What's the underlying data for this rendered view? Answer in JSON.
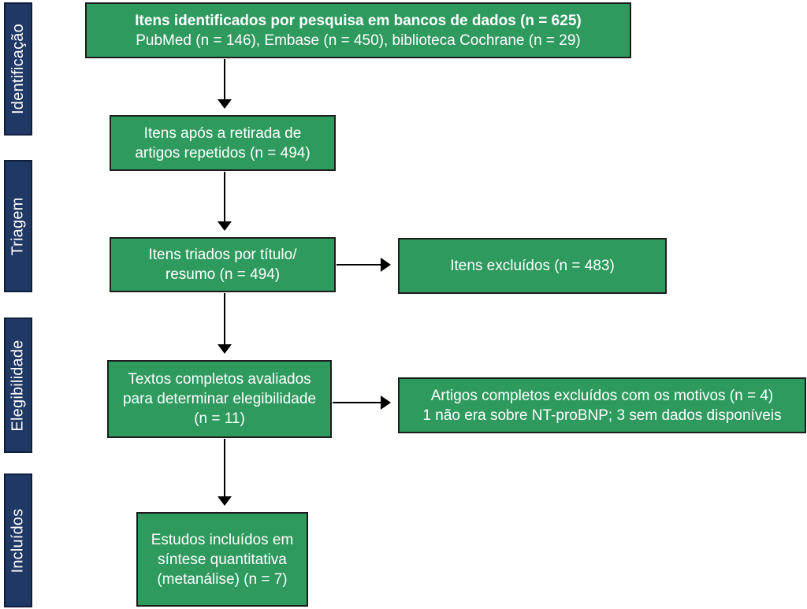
{
  "phases": {
    "identification": "Identificação",
    "screening": "Triagem",
    "eligibility": "Elegibilidade",
    "included": "Incluídos"
  },
  "boxes": {
    "identified": {
      "line1": "Itens identificados por pesquisa em bancos de dados (n = 625)",
      "line2": "PubMed (n = 146), Embase  (n = 450), biblioteca Cochrane (n = 29)"
    },
    "after_duplicates": {
      "line1": "Itens após a retirada de",
      "line2": "artigos repetidos (n = 494)"
    },
    "screened": {
      "line1": "Itens triados por título/",
      "line2": "resumo (n = 494)"
    },
    "excluded": {
      "line1": "Itens excluídos (n = 483)"
    },
    "full_text": {
      "line1": "Textos completos avaliados",
      "line2": "para determinar elegibilidade",
      "line3": "(n = 11)"
    },
    "full_text_excluded": {
      "line1": "Artigos completos excluídos com os motivos (n = 4)",
      "line2": "1 não era sobre NT-proBNP; 3 sem dados disponíveis"
    },
    "included": {
      "line1": "Estudos incluídos em",
      "line2": "síntese quantitativa",
      "line3": "(metanálise) (n = 7)"
    }
  },
  "colors": {
    "box_fill": "#2e9a5e",
    "phase_fill": "#1f3864",
    "arrow": "#000000",
    "text": "#ffffff"
  }
}
